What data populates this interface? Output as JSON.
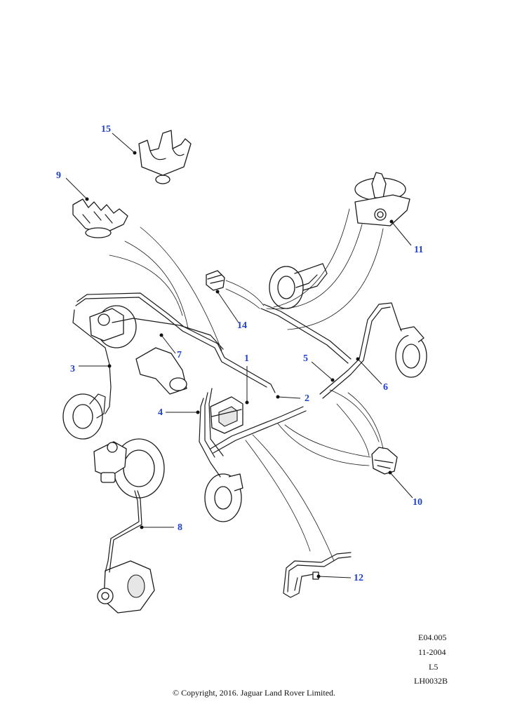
{
  "callouts": {
    "c1": "1",
    "c2": "2",
    "c3": "3",
    "c4": "4",
    "c5": "5",
    "c6": "6",
    "c7": "7",
    "c8": "8",
    "c9": "9",
    "c10": "10",
    "c11": "11",
    "c12": "12",
    "c14": "14",
    "c15": "15"
  },
  "reference": {
    "code": "E04.005",
    "date": "11-2004",
    "level": "L5",
    "drawing_id": "LH0032B"
  },
  "copyright": "© Copyright, 2016. Jaguar Land Rover Limited.",
  "colors": {
    "callout": "#1f3fd0",
    "line": "#1a1a1a"
  }
}
